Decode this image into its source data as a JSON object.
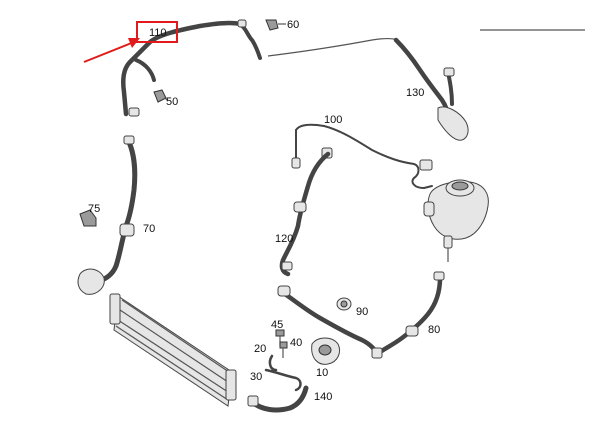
{
  "highlight": {
    "label": "110",
    "box_color": "#e11b1b",
    "arrow_color": "#e11b1b"
  },
  "callouts": {
    "c60": "60",
    "c50": "50",
    "c130": "130",
    "c100": "100",
    "c75": "75",
    "c70": "70",
    "c120": "120",
    "c90": "90",
    "c80": "80",
    "c45": "45",
    "c40": "40",
    "c20": "20",
    "c10": "10",
    "c30": "30",
    "c140": "140"
  },
  "colors": {
    "line": "#444444",
    "text": "#111111",
    "background": "#ffffff"
  }
}
